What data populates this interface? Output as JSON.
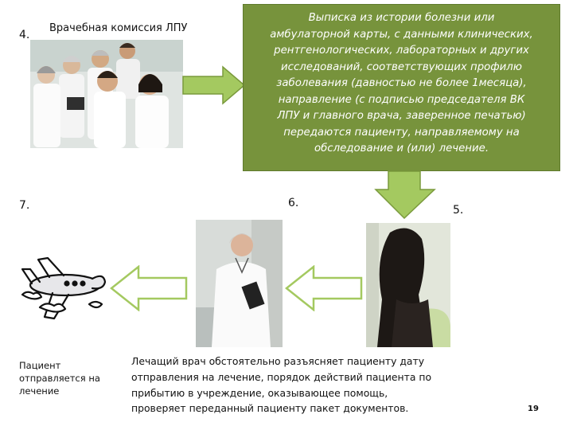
{
  "step4": {
    "number": "4.",
    "label": "Врачебная комиссия ЛПУ"
  },
  "callout": {
    "lines": [
      "Выписка из истории болезни или",
      "амбулаторной карты, с данными клинических,",
      "рентгенологических, лабораторных и других",
      "исследований, соответствующих профилю",
      "заболевания (давностью не более 1месяца),",
      "направление  (с подписью председателя  ВК",
      "ЛПУ и  главного врача, заверенное печатью)",
      "передаются пациенту, направляемому на",
      "обследование и (или) лечение."
    ]
  },
  "step7": {
    "number": "7.",
    "caption": [
      "Пациент",
      "отправляется на",
      "лечение"
    ]
  },
  "step6": {
    "number": "6.",
    "paragraph": [
      "Лечащий врач обстоятельно разъясняет пациенту дату",
      "отправления на лечение, порядок действий пациента по",
      "прибытию в учреждение, оказывающее помощь,",
      "проверяет переданный пациенту пакет документов."
    ]
  },
  "step5": {
    "number": "5."
  },
  "page_number": "19",
  "colors": {
    "green": "#77933c",
    "arrow_fill": "#a4c960",
    "arrow_stroke": "#7a9a3c"
  }
}
